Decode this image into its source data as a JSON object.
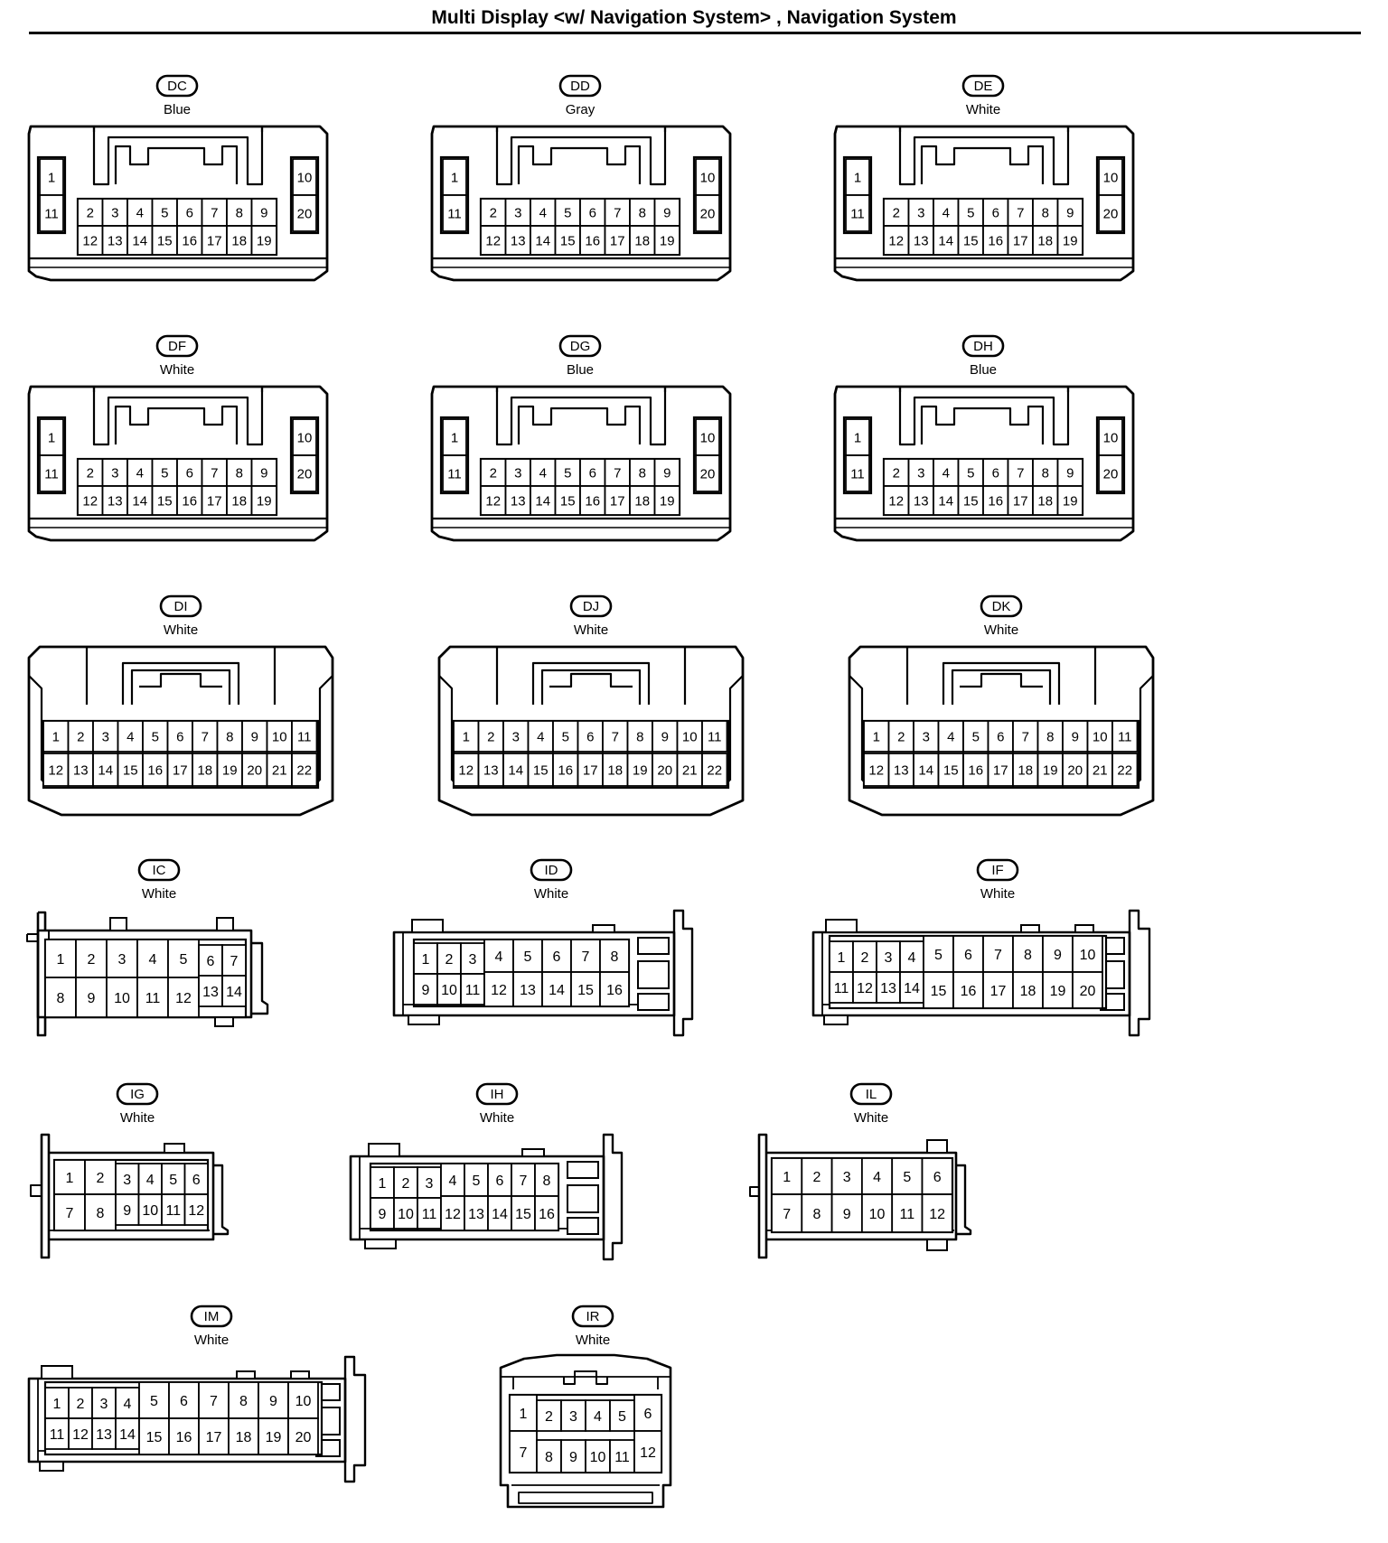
{
  "title": "Multi Display <w/ Navigation System> , Navigation System",
  "connectors": [
    {
      "code": "DC",
      "color": "Blue",
      "type": "A"
    },
    {
      "code": "DD",
      "color": "Gray",
      "type": "A"
    },
    {
      "code": "DE",
      "color": "White",
      "type": "A"
    },
    {
      "code": "DF",
      "color": "White",
      "type": "A"
    },
    {
      "code": "DG",
      "color": "Blue",
      "type": "A"
    },
    {
      "code": "DH",
      "color": "Blue",
      "type": "A"
    },
    {
      "code": "DI",
      "color": "White",
      "type": "B"
    },
    {
      "code": "DJ",
      "color": "White",
      "type": "B"
    },
    {
      "code": "DK",
      "color": "White",
      "type": "B"
    },
    {
      "code": "IC",
      "color": "White",
      "type": "C14"
    },
    {
      "code": "ID",
      "color": "White",
      "type": "C16"
    },
    {
      "code": "IF",
      "color": "White",
      "type": "C20"
    },
    {
      "code": "IG",
      "color": "White",
      "type": "C12"
    },
    {
      "code": "IH",
      "color": "White",
      "type": "C16"
    },
    {
      "code": "IL",
      "color": "White",
      "type": "C12U"
    },
    {
      "code": "IM",
      "color": "White",
      "type": "C20"
    },
    {
      "code": "IR",
      "color": "White",
      "type": "R12"
    }
  ]
}
